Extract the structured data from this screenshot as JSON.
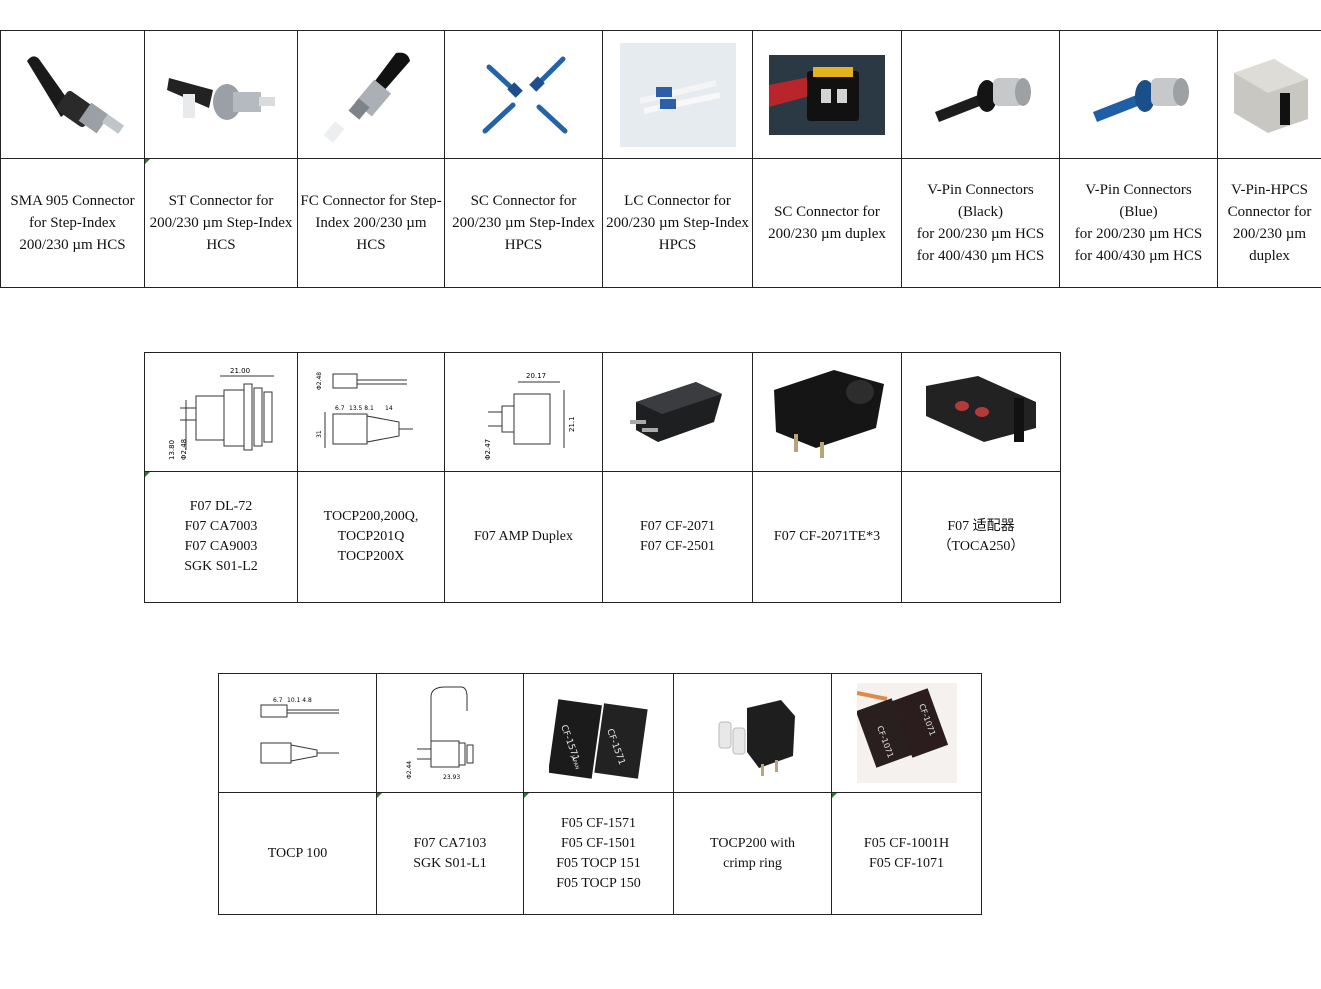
{
  "table1": [
    {
      "lines": [
        "SMA 905 Connector for Step-Index 200/230 µm HCS"
      ],
      "wrap": true
    },
    {
      "lines": [
        "ST Connector for 200/230 µm Step-Index HCS"
      ],
      "wrap": true
    },
    {
      "lines": [
        "FC Connector for Step-Index 200/230 µm HCS"
      ],
      "wrap": true
    },
    {
      "lines": [
        "SC Connector for 200/230 µm Step-Index HPCS"
      ],
      "wrap": true
    },
    {
      "lines": [
        "LC Connector for 200/230 µm Step-Index HPCS"
      ],
      "wrap": true
    },
    {
      "lines": [
        "SC Connector for 200/230 µm  duplex"
      ],
      "wrap": true
    },
    {
      "lines": [
        "V-Pin Connectors",
        "(Black)",
        "for 200/230 µm HCS",
        "for 400/430 µm HCS"
      ],
      "wrap": false
    },
    {
      "lines": [
        "V-Pin Connectors",
        "(Blue)",
        "for 200/230 µm HCS",
        "for 400/430 µm HCS"
      ],
      "wrap": false
    },
    {
      "lines": [
        "V-Pin-HPCS Connector for 200/230 µm   duplex"
      ],
      "wrap": true
    }
  ],
  "table2": [
    {
      "lines": [
        "F07 DL-72",
        "F07 CA7003",
        "F07 CA9003",
        "SGK S01-L2"
      ]
    },
    {
      "lines": [
        "TOCP200,200Q,",
        "TOCP201Q",
        "TOCP200X"
      ]
    },
    {
      "lines": [
        "F07 AMP Duplex"
      ]
    },
    {
      "lines": [
        "F07 CF-2071",
        "F07 CF-2501"
      ]
    },
    {
      "lines": [
        "F07  CF-2071TE*3"
      ]
    },
    {
      "lines": [
        "F07 适配器",
        "（TOCA250）"
      ]
    }
  ],
  "table3": [
    {
      "lines": [
        "TOCP 100"
      ]
    },
    {
      "lines": [
        "F07 CA7103",
        "SGK S01-L1"
      ]
    },
    {
      "lines": [
        "F05 CF-1571",
        "F05 CF-1501",
        "F05 TOCP 151",
        "F05 TOCP 150"
      ]
    },
    {
      "lines": [
        "TOCP200 with",
        "crimp ring"
      ]
    },
    {
      "lines": [
        "F05  CF-1001H",
        "F05 CF-1071"
      ]
    }
  ],
  "drawings": {
    "d1": [
      "21.00",
      "13.80",
      "Φ2.48"
    ],
    "d2": [
      "6.7",
      "13.5 8.1",
      "14",
      "31",
      "Φ2.48"
    ],
    "d3": [
      "20.17",
      "Φ2.47",
      "21.1"
    ],
    "d4": [
      "10.1 4.8",
      "6.7"
    ],
    "d5": [
      "Φ2.44",
      "23.93"
    ]
  },
  "photo_labels": {
    "cf1571": [
      "CF-1571",
      "CF-1571",
      "JAPAN"
    ],
    "cf1071": [
      "CF-1071",
      "CF-1071"
    ]
  }
}
